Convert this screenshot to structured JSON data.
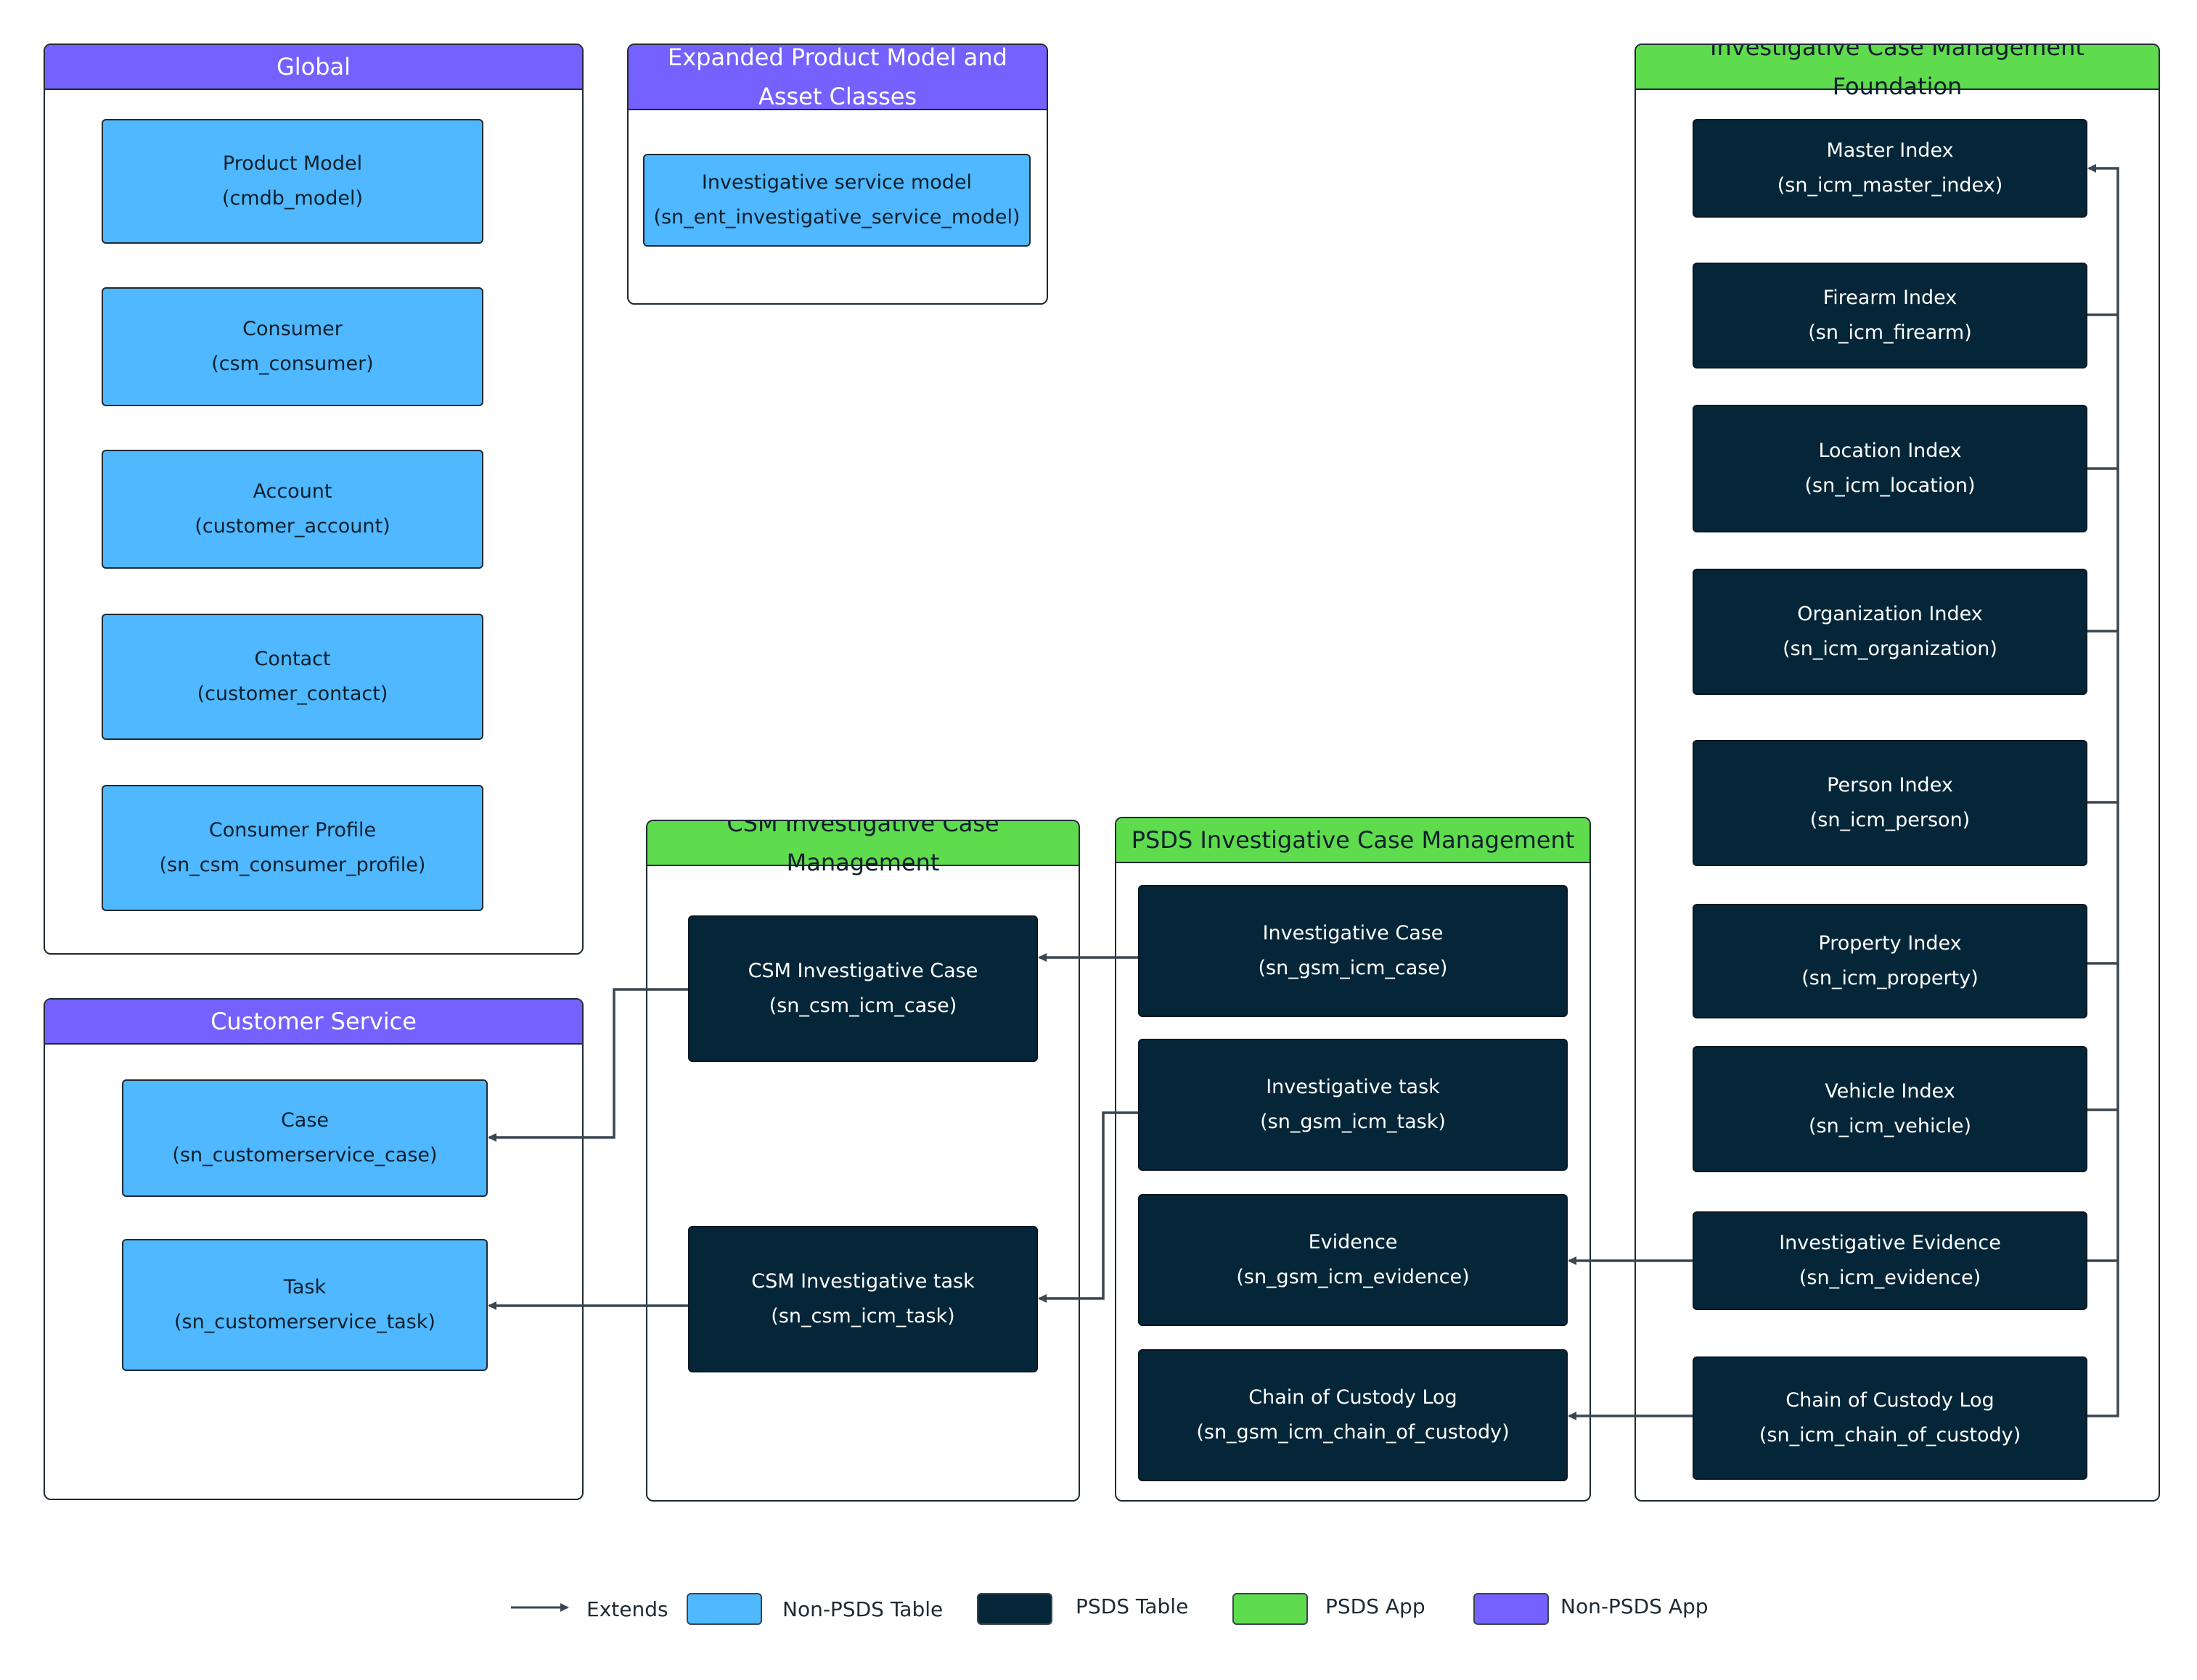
{
  "colors": {
    "non_psds_table": "#4fb8ff",
    "psds_table": "#042638",
    "psds_app": "#5fdc4d",
    "non_psds_app": "#7461ff",
    "connector": "#3a4650"
  },
  "global": {
    "title": "Global",
    "tables": [
      {
        "name": "Product Model",
        "table": "(cmdb_model)"
      },
      {
        "name": "Consumer",
        "table": "(csm_consumer)"
      },
      {
        "name": "Account",
        "table": "(customer_account)"
      },
      {
        "name": "Contact",
        "table": "(customer_contact)"
      },
      {
        "name": "Consumer Profile",
        "table": "(sn_csm_consumer_profile)"
      }
    ]
  },
  "expanded": {
    "title": "Expanded Product Model and Asset Classes",
    "tables": [
      {
        "name": "Investigative service model",
        "table": "(sn_ent_investigative_service_model)"
      }
    ]
  },
  "customer_service": {
    "title": "Customer Service",
    "tables": [
      {
        "name": "Case",
        "table": "(sn_customerservice_case)"
      },
      {
        "name": "Task",
        "table": "(sn_customerservice_task)"
      }
    ]
  },
  "csm_icm": {
    "title": "CSM Investigative Case Management",
    "tables": [
      {
        "name": "CSM Investigative Case",
        "table": "(sn_csm_icm_case)"
      },
      {
        "name": "CSM Investigative task",
        "table": "(sn_csm_icm_task)"
      }
    ]
  },
  "psds_icm": {
    "title": "PSDS Investigative Case Management",
    "tables": [
      {
        "name": "Investigative Case",
        "table": "(sn_gsm_icm_case)"
      },
      {
        "name": "Investigative task",
        "table": "(sn_gsm_icm_task)"
      },
      {
        "name": "Evidence",
        "table": "(sn_gsm_icm_evidence)"
      },
      {
        "name": "Chain of Custody Log",
        "table": "(sn_gsm_icm_chain_of_custody)"
      }
    ]
  },
  "icm_foundation": {
    "title": "Investigative Case Management Foundation",
    "tables": [
      {
        "name": "Master Index",
        "table": "(sn_icm_master_index)"
      },
      {
        "name": "Firearm Index",
        "table": "(sn_icm_firearm)"
      },
      {
        "name": "Location Index",
        "table": "(sn_icm_location)"
      },
      {
        "name": "Organization Index",
        "table": "(sn_icm_organization)"
      },
      {
        "name": "Person Index",
        "table": "(sn_icm_person)"
      },
      {
        "name": "Property Index",
        "table": "(sn_icm_property)"
      },
      {
        "name": "Vehicle Index",
        "table": "(sn_icm_vehicle)"
      },
      {
        "name": "Investigative Evidence",
        "table": "(sn_icm_evidence)"
      },
      {
        "name": "Chain of Custody Log",
        "table": "(sn_icm_chain_of_custody)"
      }
    ]
  },
  "legend": {
    "extends": "Extends",
    "non_psds_table": "Non-PSDS Table",
    "psds_table": "PSDS Table",
    "psds_app": "PSDS App",
    "non_psds_app": "Non-PSDS App"
  }
}
